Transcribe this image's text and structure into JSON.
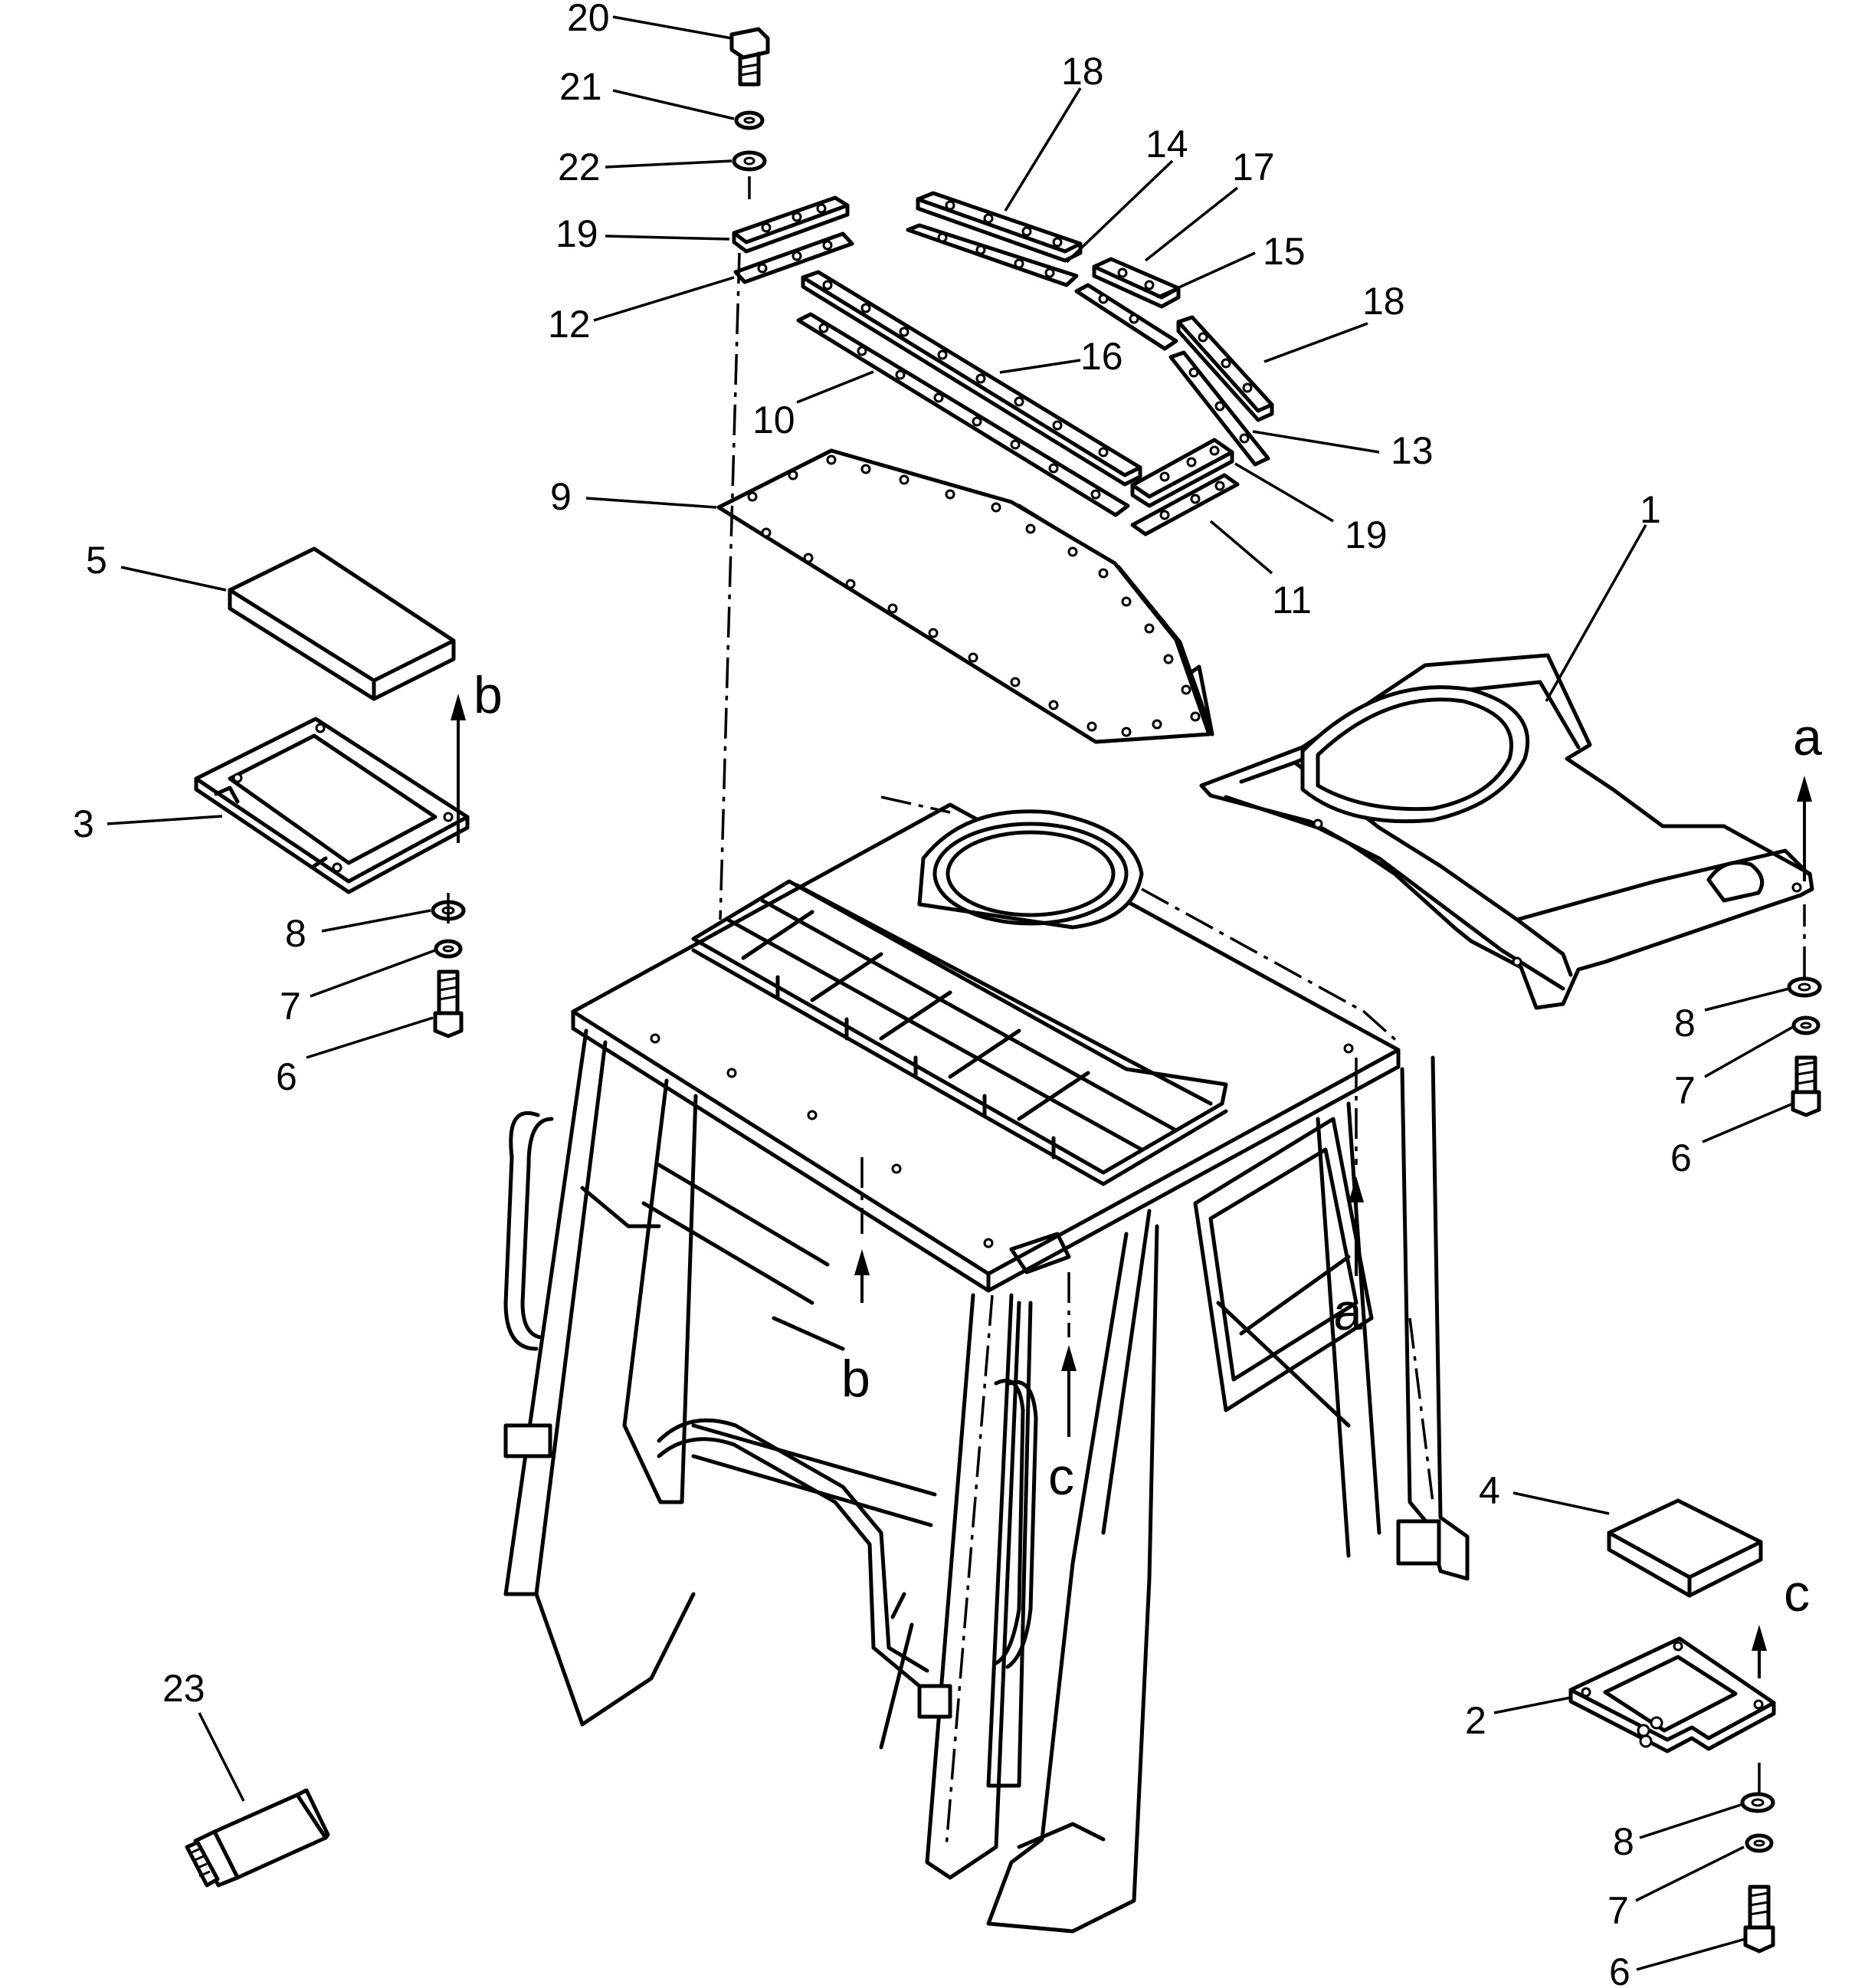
{
  "labels": {
    "n20": "20",
    "n21": "21",
    "n22": "22",
    "n19a": "19",
    "n12": "12",
    "n18a": "18",
    "n14": "14",
    "n17": "17",
    "n15": "15",
    "n18b": "18",
    "n16": "16",
    "n10": "10",
    "n13": "13",
    "n9": "9",
    "n19b": "19",
    "n11": "11",
    "n1": "1",
    "n5": "5",
    "n3": "3",
    "n8a": "8",
    "n7a": "7",
    "n6a": "6",
    "n8b": "8",
    "n7b": "7",
    "n6b": "6",
    "n4": "4",
    "n2": "2",
    "n8c": "8",
    "n7c": "7",
    "n6c": "6",
    "n23": "23"
  },
  "letters": {
    "b_top": "b",
    "a_top": "a",
    "b_bottom": "b",
    "c_mid": "c",
    "a_mid": "a",
    "c_right": "c"
  }
}
